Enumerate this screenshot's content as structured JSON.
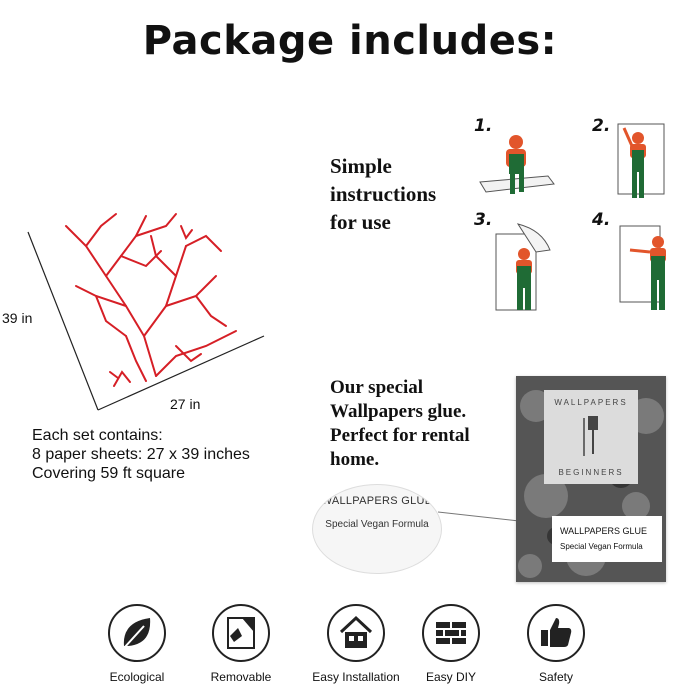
{
  "title": "Package includes:",
  "sheet": {
    "height_label": "39 in",
    "width_label": "27 in",
    "info_lines": [
      "Each set contains:",
      "8 paper sheets: 27 x 39 inches",
      "Covering 59 ft square"
    ],
    "pattern_color": "#d61f26"
  },
  "instructions": {
    "heading_lines": [
      "Simple",
      "instructions",
      "for use"
    ],
    "steps": [
      "1.",
      "2.",
      "3.",
      "4."
    ]
  },
  "glue": {
    "heading_lines": [
      "Our special",
      "Wallpapers glue.",
      "Perfect for rental",
      "home."
    ],
    "magnifier_title": "WALLPAPERS GLUE",
    "magnifier_subtitle": "Special Vegan Formula",
    "package_logo_top": "WALLPAPERS",
    "package_logo_bottom": "BEGINNERS",
    "package_label_title": "WALLPAPERS GLUE",
    "package_label_subtitle": "Special Vegan Formula"
  },
  "features": [
    {
      "label": "Ecological",
      "icon": "leaf-icon"
    },
    {
      "label": "Removable",
      "icon": "peel-icon"
    },
    {
      "label": "Easy Installation",
      "icon": "house-icon"
    },
    {
      "label": "Easy DIY",
      "icon": "brick-wall-icon"
    },
    {
      "label": "Safety",
      "icon": "thumbs-up-icon"
    }
  ],
  "colors": {
    "worker_shirt": "#e2552b",
    "worker_overalls": "#1f6b35"
  }
}
